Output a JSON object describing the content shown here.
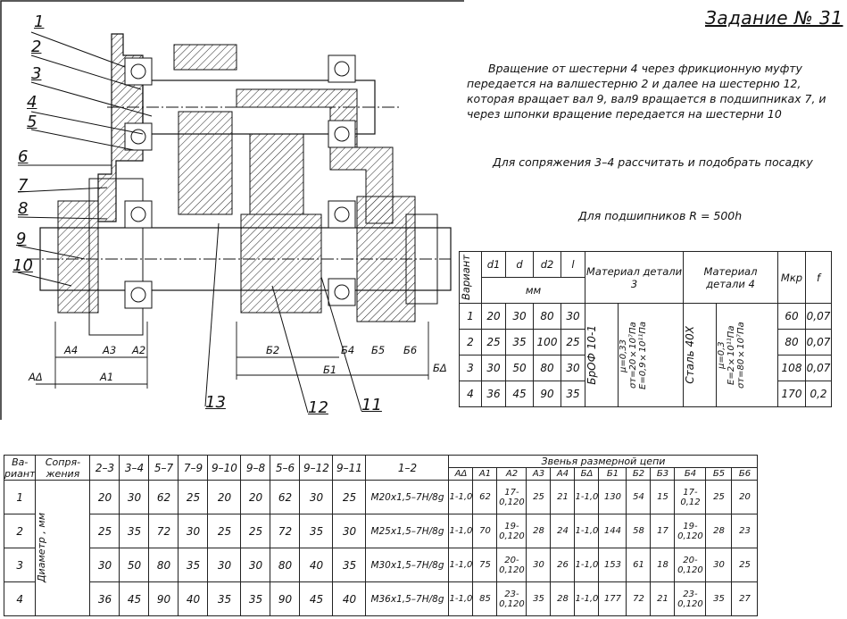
{
  "title": "Задание № 31",
  "description": "Вращение от шестерни 4 через фрикционную муфту передается на валшестерню 2 и далее на шестерню 12, которая вращает вал 9, вал9 вращается в подшипниках 7, и через шпонки вращение передается на шестерни 10",
  "note_fit": "Для сопряжения 3–4 рассчитать и подобрать посадку",
  "note_bearings": "Для подшипников R = 500h",
  "callouts": [
    "1",
    "2",
    "3",
    "4",
    "5",
    "6",
    "7",
    "8",
    "9",
    "10",
    "11",
    "12",
    "13"
  ],
  "dimension_labels": {
    "A4": "A4",
    "A3": "A3",
    "A2": "A2",
    "A1": "A1",
    "AD": "AΔ",
    "B2": "Б2",
    "B1": "Б1",
    "B4": "Б4",
    "B5": "Б5",
    "B6": "Б6",
    "BD": "БΔ"
  },
  "materials_table": {
    "col_variant": "Вариант",
    "col_d1": "d1",
    "col_d": "d",
    "col_d2": "d2",
    "col_l": "l",
    "col_mm": "мм",
    "col_mat3": "Материал детали 3",
    "col_mat4": "Материал детали 4",
    "col_mkp": "Mкр",
    "col_f": "f",
    "mat3_name": "БрОФ 10-1",
    "mat3_props": "μ=0,33 σт=20×10⁷Па E=0,9×10¹¹Па",
    "mat4_name": "Сталь 40Х",
    "mat4_props": "μ=0,3 E=2×10¹¹Па σт=80×10⁷Па",
    "rows": [
      {
        "v": "1",
        "d1": "20",
        "d": "30",
        "d2": "80",
        "l": "30",
        "mkp": "60",
        "f": "0,07"
      },
      {
        "v": "2",
        "d1": "25",
        "d": "35",
        "d2": "100",
        "l": "25",
        "mkp": "80",
        "f": "0,07"
      },
      {
        "v": "3",
        "d1": "30",
        "d": "50",
        "d2": "80",
        "l": "30",
        "mkp": "108",
        "f": "0,07"
      },
      {
        "v": "4",
        "d1": "36",
        "d": "45",
        "d2": "90",
        "l": "35",
        "mkp": "170",
        "f": "0,2"
      }
    ]
  },
  "bottom_table": {
    "col_variant": "Ва-риант",
    "col_fit": "Сопря-жения",
    "fit_label": "Диаметр , мм",
    "chain_header": "Звенья размерной цепи",
    "pair_headers": [
      "2–3",
      "3–4",
      "5–7",
      "7–9",
      "9–10",
      "9–8",
      "5–6",
      "9–12",
      "9–11",
      "1–2"
    ],
    "chain_headers": [
      "AΔ",
      "A1",
      "A2",
      "A3",
      "A4",
      "БΔ",
      "Б1",
      "Б2",
      "Б3",
      "Б4",
      "Б5",
      "Б6"
    ],
    "rows": [
      {
        "v": "1",
        "vals": [
          "20",
          "30",
          "62",
          "25",
          "20",
          "20",
          "62",
          "30",
          "25"
        ],
        "thread": "M20x1,5–7H/8g",
        "chain": [
          "1-1,0",
          "62",
          "17-0,120",
          "25",
          "21",
          "1-1,0",
          "130",
          "54",
          "15",
          "17-0,12",
          "25",
          "20"
        ]
      },
      {
        "v": "2",
        "vals": [
          "25",
          "35",
          "72",
          "30",
          "25",
          "25",
          "72",
          "35",
          "30"
        ],
        "thread": "M25x1,5–7H/8g",
        "chain": [
          "1-1,0",
          "70",
          "19-0,120",
          "28",
          "24",
          "1-1,0",
          "144",
          "58",
          "17",
          "19-0,120",
          "28",
          "23"
        ]
      },
      {
        "v": "3",
        "vals": [
          "30",
          "50",
          "80",
          "35",
          "30",
          "30",
          "80",
          "40",
          "35"
        ],
        "thread": "M30x1,5–7H/8g",
        "chain": [
          "1-1,0",
          "75",
          "20-0,120",
          "30",
          "26",
          "1-1,0",
          "153",
          "61",
          "18",
          "20-0,120",
          "30",
          "25"
        ]
      },
      {
        "v": "4",
        "vals": [
          "36",
          "45",
          "90",
          "40",
          "35",
          "35",
          "90",
          "45",
          "40"
        ],
        "thread": "M36x1,5–7H/8g",
        "chain": [
          "1-1,0",
          "85",
          "23-0,120",
          "35",
          "28",
          "1-1,0",
          "177",
          "72",
          "21",
          "23-0,120",
          "35",
          "27"
        ]
      }
    ]
  }
}
